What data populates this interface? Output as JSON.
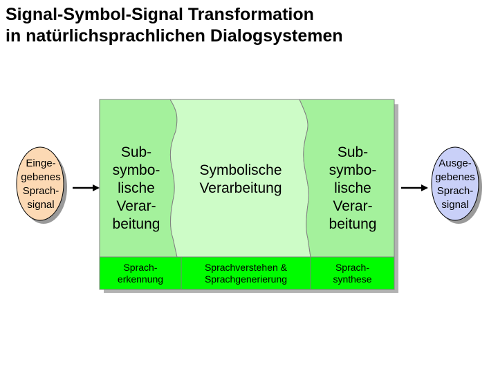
{
  "title": {
    "line1": "Signal-Symbol-Signal Transformation",
    "line2": "in natürlichsprachlichen Dialogsystemen"
  },
  "input_signal": {
    "label": "Einge-\ngebenes\nSprach-\nsignal"
  },
  "output_signal": {
    "label": "Ausge-\ngebenes\nSprach-\nsignal"
  },
  "panels": {
    "left": {
      "label": "Sub-\nsymbo-\nlische\nVerar-\nbeitung",
      "task": "Sprach-\nerkennung"
    },
    "middle": {
      "label": "Symbolische\nVerarbeitung",
      "task": "Sprachverstehen &\nSprachgenerierung"
    },
    "right": {
      "label": "Sub-\nsymbo-\nlische\nVerar-\nbeitung",
      "task": "Sprach-\nsynthese"
    }
  },
  "colors": {
    "input_oval": "#fcd9b4",
    "output_oval": "#c9d0f8",
    "subsymbolic_panel": "#a4f19c",
    "symbolic_panel": "#cdfcc7",
    "task_bar": "#00fc00",
    "arrow": "#000000"
  }
}
